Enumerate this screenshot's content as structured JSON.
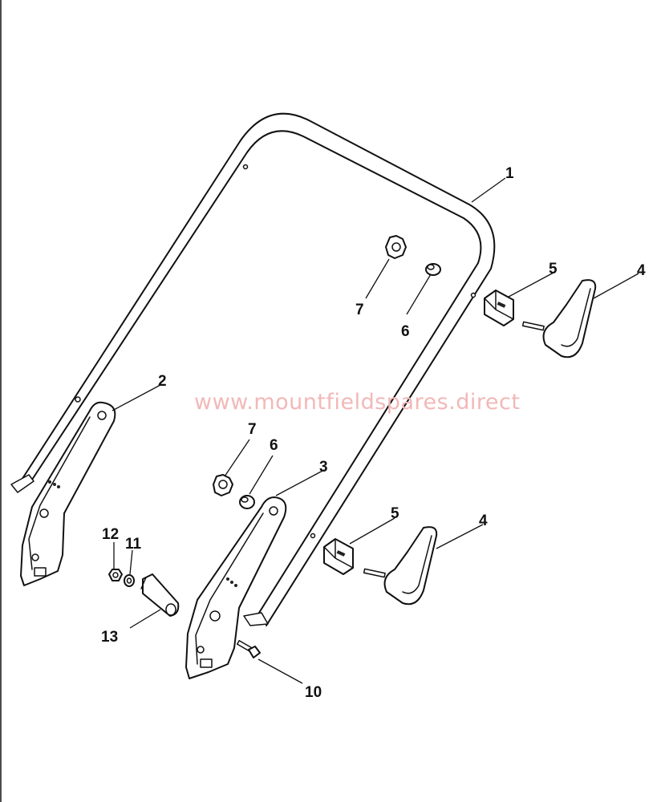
{
  "watermark": "www.mountfieldspares.direct",
  "callouts": {
    "c1": "1",
    "c2": "2",
    "c3": "3",
    "c4a": "4",
    "c4b": "4",
    "c5a": "5",
    "c5b": "5",
    "c6a": "6",
    "c6b": "6",
    "c7a": "7",
    "c7b": "7",
    "c10": "10",
    "c11": "11",
    "c12": "12",
    "c13": "13"
  }
}
